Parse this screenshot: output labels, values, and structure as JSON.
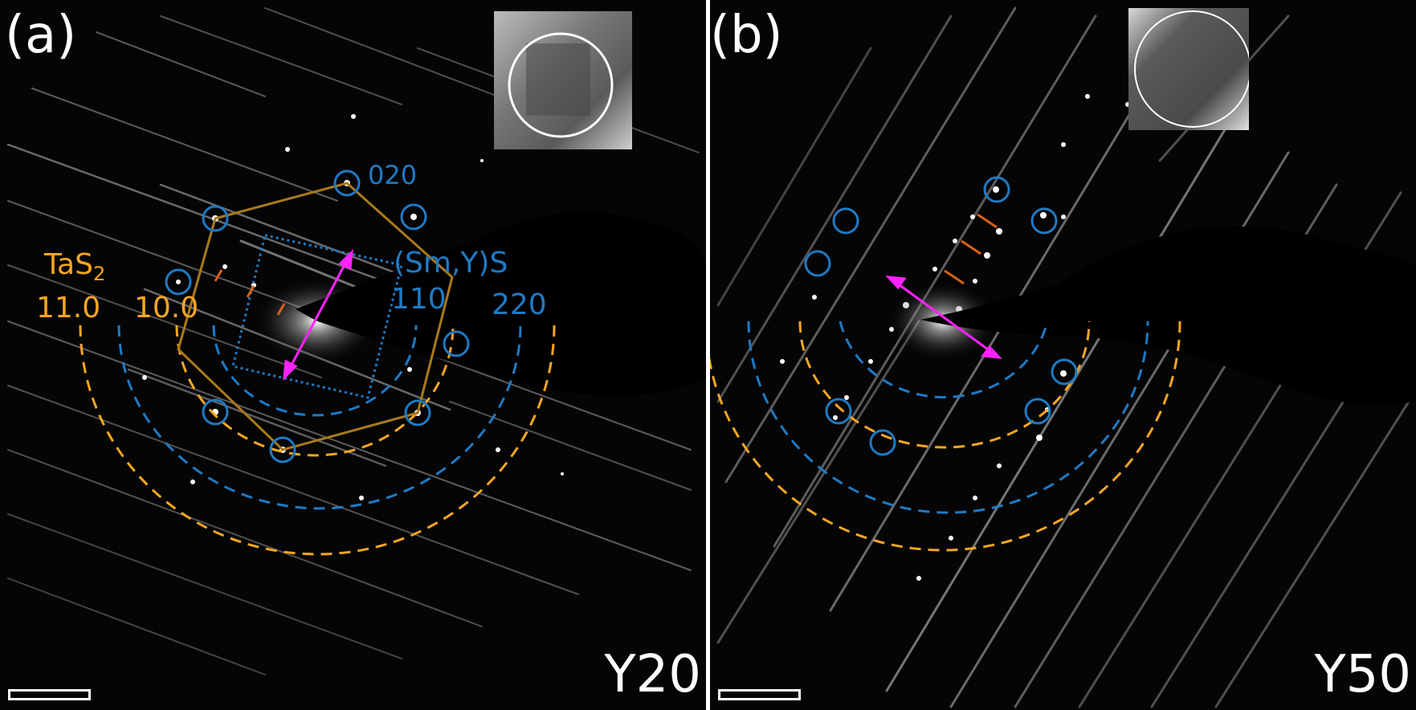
{
  "panels": {
    "a": {
      "letter": "(a)",
      "sample": "Y20",
      "tas2_prefix": "TaS",
      "tas2_sub": "2",
      "tas2_refl_1": "11.0",
      "tas2_refl_2": "10.0",
      "smys_label": "(Sm,Y)S",
      "smys_refl_020": "020",
      "smys_refl_110": "110",
      "smys_refl_220": "220"
    },
    "b": {
      "letter": "(b)",
      "sample": "Y50"
    }
  },
  "colors": {
    "tas2": "#f5a623",
    "smys": "#1f7ac4",
    "arrow": "#ff22ff",
    "hexagon": "#a87a1a",
    "ticks": "#d9601a",
    "background": "#050505"
  }
}
